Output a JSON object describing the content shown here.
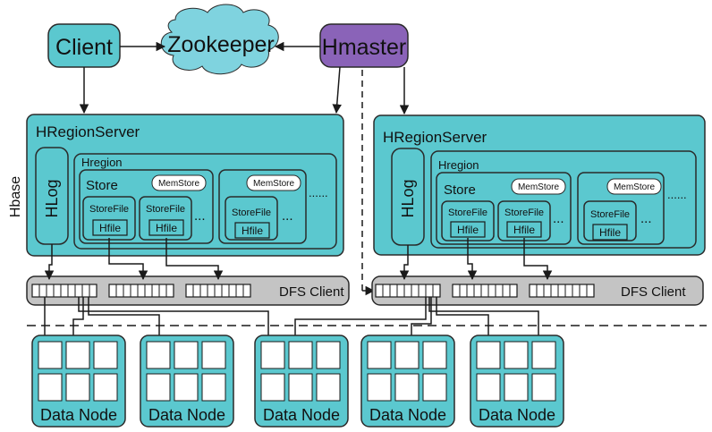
{
  "labels": {
    "client": "Client",
    "zookeeper": "Zookeeper",
    "hmaster": "Hmaster",
    "hbase": "Hbase",
    "region_server": "HRegionServer",
    "hlog": "HLog",
    "hregion": "Hregion",
    "store": "Store",
    "memstore": "MemStore",
    "storefile": "StoreFile",
    "hfile": "Hfile",
    "ellipsis_small": "...",
    "ellipsis_dotted": "......",
    "dfs_client": "DFS Client",
    "data_node": "Data Node"
  },
  "colors": {
    "teal": "#5bc8cf",
    "purple": "#8a63b8",
    "cloud": "#7fd3df",
    "gray_bar": "#c4c4c4"
  }
}
